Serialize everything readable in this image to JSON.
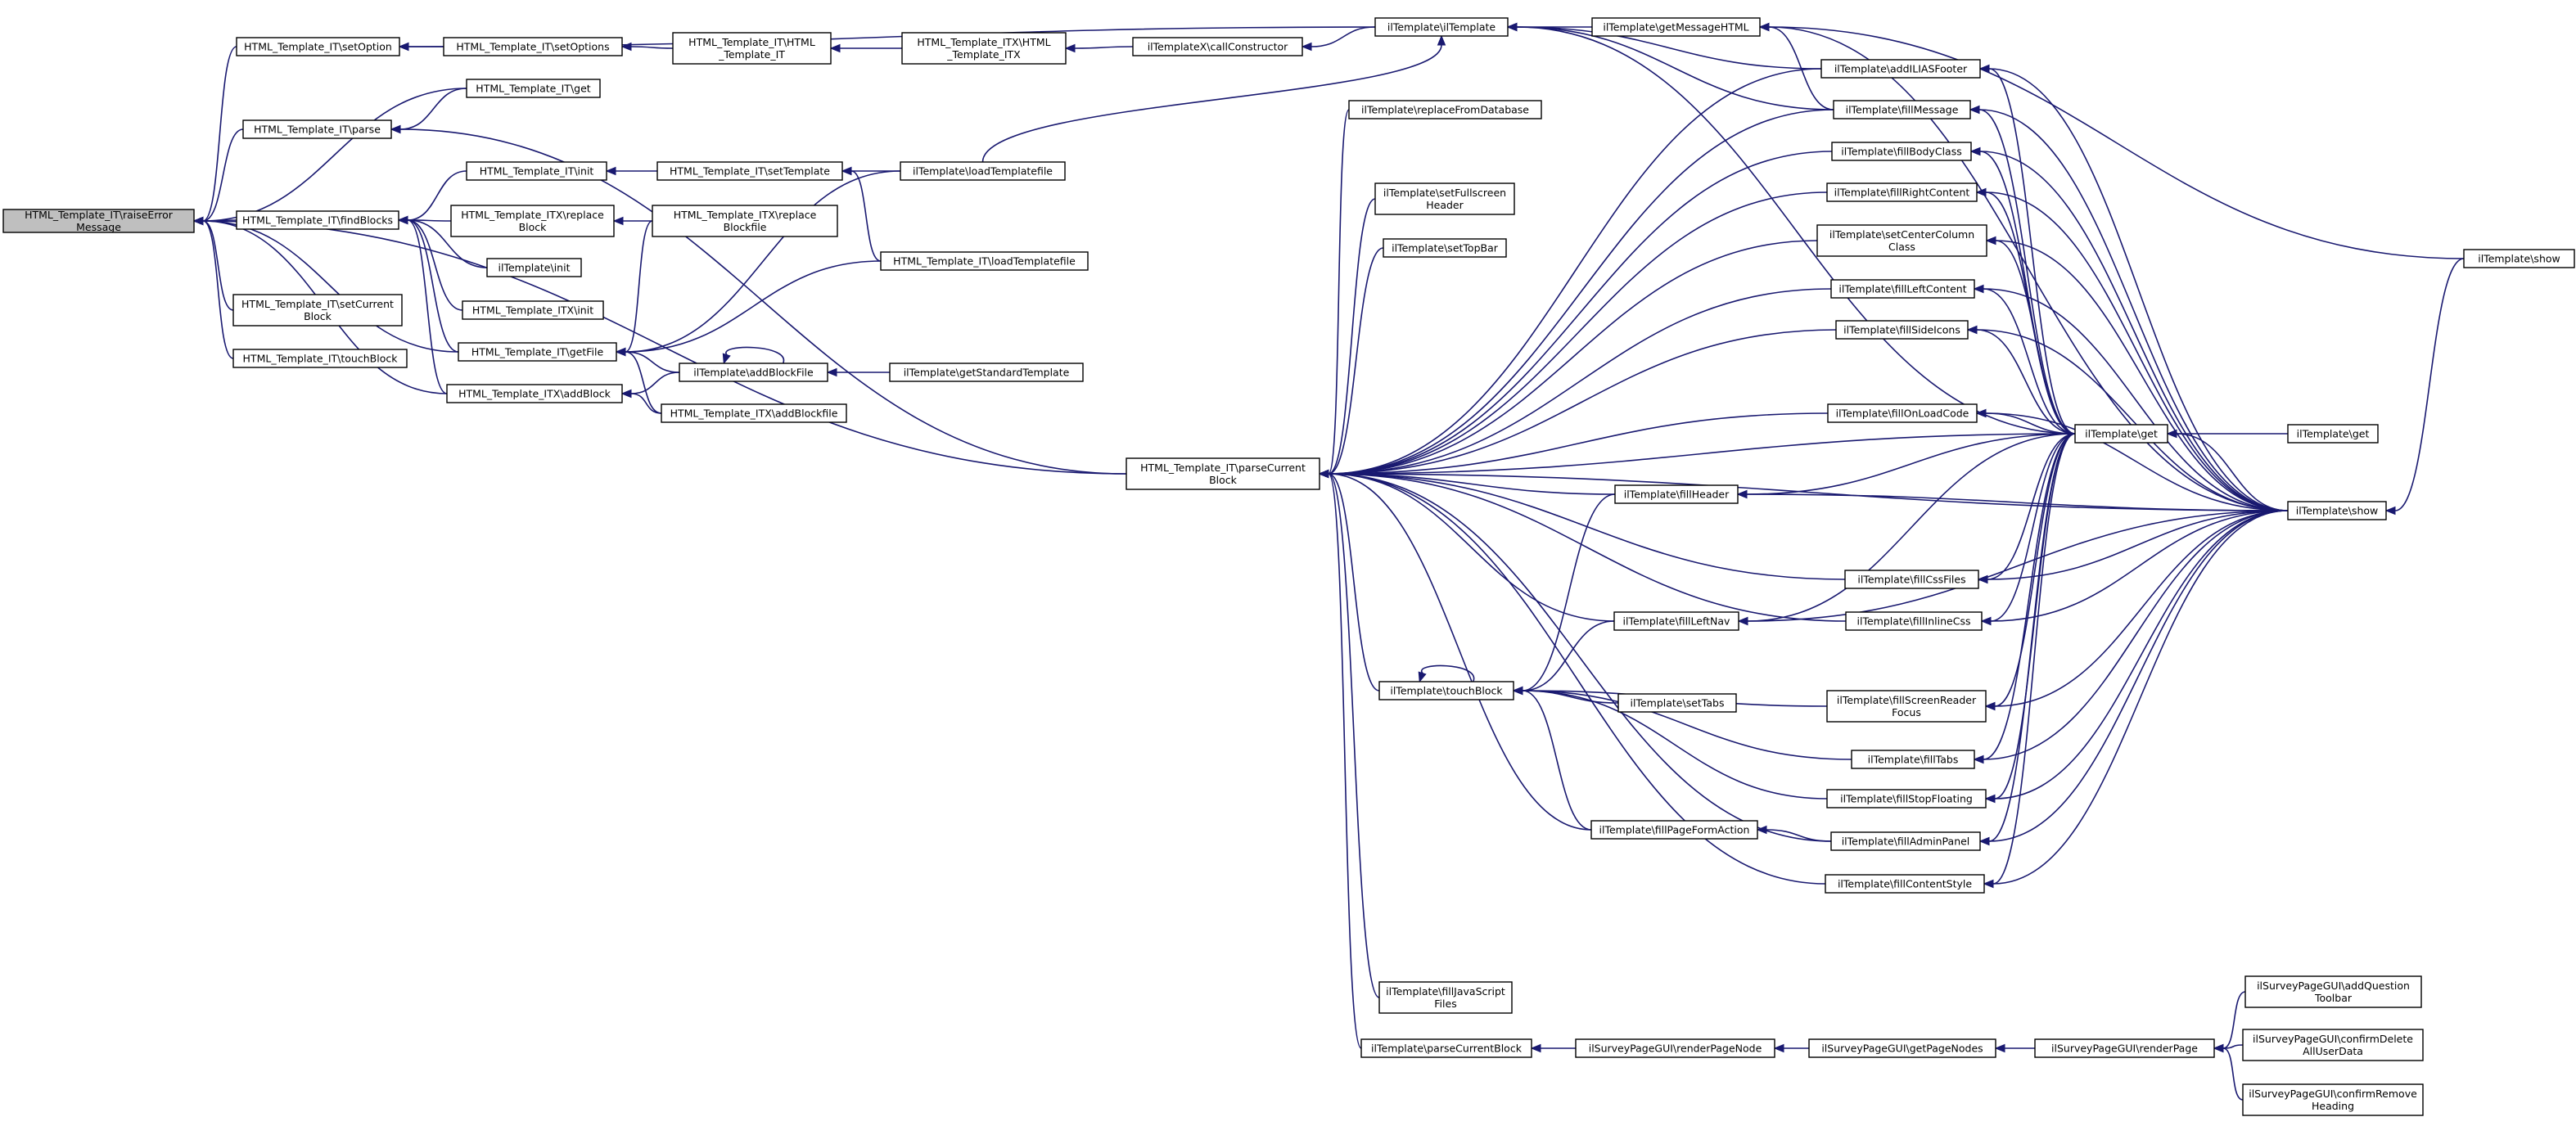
{
  "graph": {
    "nodes": [
      {
        "id": "errorMessage",
        "lines": [
          "HTML_Template_IT\\raiseError",
          "Message"
        ],
        "root": true
      },
      {
        "id": "setOption",
        "lines": [
          "HTML_Template_IT\\setOption"
        ]
      },
      {
        "id": "setOptions",
        "lines": [
          "HTML_Template_IT\\setOptions"
        ]
      },
      {
        "id": "IT_HTML",
        "lines": [
          "HTML_Template_IT\\HTML",
          "_Template_IT"
        ]
      },
      {
        "id": "ITX_HTML",
        "lines": [
          "HTML_Template_ITX\\HTML",
          "_Template_ITX"
        ]
      },
      {
        "id": "callConstructor",
        "lines": [
          "ilTemplateX\\callConstructor"
        ]
      },
      {
        "id": "ilTemplate",
        "lines": [
          "ilTemplate\\ilTemplate"
        ]
      },
      {
        "id": "getMessageHTML",
        "lines": [
          "ilTemplate\\getMessageHTML"
        ]
      },
      {
        "id": "IT_get",
        "lines": [
          "HTML_Template_IT\\get"
        ]
      },
      {
        "id": "IT_parse",
        "lines": [
          "HTML_Template_IT\\parse"
        ]
      },
      {
        "id": "IT_init",
        "lines": [
          "HTML_Template_IT\\init"
        ]
      },
      {
        "id": "IT_setTemplate",
        "lines": [
          "HTML_Template_IT\\setTemplate"
        ]
      },
      {
        "id": "loadTemplatefile",
        "lines": [
          "ilTemplate\\loadTemplatefile"
        ]
      },
      {
        "id": "findBlocks",
        "lines": [
          "HTML_Template_IT\\findBlocks"
        ]
      },
      {
        "id": "ITX_replaceBlock",
        "lines": [
          "HTML_Template_ITX\\replace",
          "Block"
        ]
      },
      {
        "id": "ITX_replaceBlockfile",
        "lines": [
          "HTML_Template_ITX\\replace",
          "Blockfile"
        ]
      },
      {
        "id": "IT_loadTemplatefile",
        "lines": [
          "HTML_Template_IT\\loadTemplatefile"
        ]
      },
      {
        "id": "ilt_init",
        "lines": [
          "ilTemplate\\init"
        ]
      },
      {
        "id": "ITX_init",
        "lines": [
          "HTML_Template_ITX\\init"
        ]
      },
      {
        "id": "setCurrentBlock",
        "lines": [
          "HTML_Template_IT\\setCurrent",
          "Block"
        ]
      },
      {
        "id": "IT_getFile",
        "lines": [
          "HTML_Template_IT\\getFile"
        ]
      },
      {
        "id": "touchBlockIT",
        "lines": [
          "HTML_Template_IT\\touchBlock"
        ]
      },
      {
        "id": "ITX_addBlock",
        "lines": [
          "HTML_Template_ITX\\addBlock"
        ]
      },
      {
        "id": "addBlockFile",
        "lines": [
          "ilTemplate\\addBlockFile"
        ]
      },
      {
        "id": "getStandardTemplate",
        "lines": [
          "ilTemplate\\getStandardTemplate"
        ]
      },
      {
        "id": "ITX_addBlockfile",
        "lines": [
          "HTML_Template_ITX\\addBlockfile"
        ]
      },
      {
        "id": "parseCurrentBlockIT",
        "lines": [
          "HTML_Template_IT\\parseCurrent",
          "Block"
        ]
      },
      {
        "id": "replaceFromDatabase",
        "lines": [
          "ilTemplate\\replaceFromDatabase"
        ]
      },
      {
        "id": "setFullscreenHeader",
        "lines": [
          "ilTemplate\\setFullscreen",
          "Header"
        ]
      },
      {
        "id": "setTopBar",
        "lines": [
          "ilTemplate\\setTopBar"
        ]
      },
      {
        "id": "addILIASFooter",
        "lines": [
          "ilTemplate\\addILIASFooter"
        ]
      },
      {
        "id": "fillMessage",
        "lines": [
          "ilTemplate\\fillMessage"
        ]
      },
      {
        "id": "fillBodyClass",
        "lines": [
          "ilTemplate\\fillBodyClass"
        ]
      },
      {
        "id": "fillRightContent",
        "lines": [
          "ilTemplate\\fillRightContent"
        ]
      },
      {
        "id": "setCenterColumnClass",
        "lines": [
          "ilTemplate\\setCenterColumn",
          "Class"
        ]
      },
      {
        "id": "fillLeftContent",
        "lines": [
          "ilTemplate\\fillLeftContent"
        ]
      },
      {
        "id": "fillSideIcons",
        "lines": [
          "ilTemplate\\fillSideIcons"
        ]
      },
      {
        "id": "fillOnLoadCode",
        "lines": [
          "ilTemplate\\fillOnLoadCode"
        ]
      },
      {
        "id": "ilt_get",
        "lines": [
          "ilTemplate\\get"
        ]
      },
      {
        "id": "ilt_get2",
        "lines": [
          "ilTemplate\\get"
        ]
      },
      {
        "id": "ilt_show",
        "lines": [
          "ilTemplate\\show"
        ]
      },
      {
        "id": "ilt_show2",
        "lines": [
          "ilTemplate\\show"
        ]
      },
      {
        "id": "fillHeader",
        "lines": [
          "ilTemplate\\fillHeader"
        ]
      },
      {
        "id": "fillCssFiles",
        "lines": [
          "ilTemplate\\fillCssFiles"
        ]
      },
      {
        "id": "fillInlineCss",
        "lines": [
          "ilTemplate\\fillInlineCss"
        ]
      },
      {
        "id": "fillLeftNav",
        "lines": [
          "ilTemplate\\fillLeftNav"
        ]
      },
      {
        "id": "touchBlock",
        "lines": [
          "ilTemplate\\touchBlock"
        ]
      },
      {
        "id": "setTabs",
        "lines": [
          "ilTemplate\\setTabs"
        ]
      },
      {
        "id": "fillScreenReaderFocus",
        "lines": [
          "ilTemplate\\fillScreenReader",
          "Focus"
        ]
      },
      {
        "id": "fillTabs",
        "lines": [
          "ilTemplate\\fillTabs"
        ]
      },
      {
        "id": "fillStopFloating",
        "lines": [
          "ilTemplate\\fillStopFloating"
        ]
      },
      {
        "id": "fillPageFormAction",
        "lines": [
          "ilTemplate\\fillPageFormAction"
        ]
      },
      {
        "id": "fillAdminPanel",
        "lines": [
          "ilTemplate\\fillAdminPanel"
        ]
      },
      {
        "id": "fillContentStyle",
        "lines": [
          "ilTemplate\\fillContentStyle"
        ]
      },
      {
        "id": "fillJavaScriptFiles",
        "lines": [
          "ilTemplate\\fillJavaScript",
          "Files"
        ]
      },
      {
        "id": "parseCurrentBlock",
        "lines": [
          "ilTemplate\\parseCurrentBlock"
        ]
      },
      {
        "id": "renderPageNode",
        "lines": [
          "ilSurveyPageGUI\\renderPageNode"
        ]
      },
      {
        "id": "getPageNodes",
        "lines": [
          "ilSurveyPageGUI\\getPageNodes"
        ]
      },
      {
        "id": "renderPage",
        "lines": [
          "ilSurveyPageGUI\\renderPage"
        ]
      },
      {
        "id": "addQuestionToolbar",
        "lines": [
          "ilSurveyPageGUI\\addQuestion",
          "Toolbar"
        ]
      },
      {
        "id": "confirmDeleteAllUserData",
        "lines": [
          "ilSurveyPageGUI\\confirmDelete",
          "AllUserData"
        ]
      },
      {
        "id": "confirmRemoveHeading",
        "lines": [
          "ilSurveyPageGUI\\confirmRemove",
          "Heading"
        ]
      }
    ],
    "edges": [
      [
        "setOption",
        "errorMessage"
      ],
      [
        "IT_get",
        "errorMessage"
      ],
      [
        "IT_parse",
        "errorMessage"
      ],
      [
        "findBlocks",
        "errorMessage"
      ],
      [
        "setCurrentBlock",
        "errorMessage"
      ],
      [
        "touchBlockIT",
        "errorMessage"
      ],
      [
        "IT_getFile",
        "errorMessage"
      ],
      [
        "ITX_addBlock",
        "errorMessage"
      ],
      [
        "parseCurrentBlockIT",
        "errorMessage"
      ],
      [
        "setOptions",
        "setOption"
      ],
      [
        "ilTemplate",
        "setOption"
      ],
      [
        "IT_HTML",
        "setOptions"
      ],
      [
        "ITX_HTML",
        "IT_HTML"
      ],
      [
        "callConstructor",
        "ITX_HTML"
      ],
      [
        "ilTemplate",
        "callConstructor"
      ],
      [
        "getMessageHTML",
        "ilTemplate"
      ],
      [
        "addILIASFooter",
        "ilTemplate"
      ],
      [
        "fillMessage",
        "ilTemplate"
      ],
      [
        "loadTemplatefile",
        "ilTemplate"
      ],
      [
        "ilt_get",
        "ilTemplate"
      ],
      [
        "IT_get",
        "IT_parse"
      ],
      [
        "parseCurrentBlockIT",
        "IT_parse"
      ],
      [
        "IT_init",
        "findBlocks"
      ],
      [
        "ITX_replaceBlock",
        "findBlocks"
      ],
      [
        "ilt_init",
        "findBlocks"
      ],
      [
        "ITX_init",
        "findBlocks"
      ],
      [
        "IT_getFile",
        "findBlocks"
      ],
      [
        "ITX_addBlock",
        "findBlocks"
      ],
      [
        "IT_setTemplate",
        "IT_init"
      ],
      [
        "loadTemplatefile",
        "IT_setTemplate"
      ],
      [
        "IT_loadTemplatefile",
        "IT_setTemplate"
      ],
      [
        "ITX_replaceBlockfile",
        "ITX_replaceBlock"
      ],
      [
        "ITX_replaceBlockfile",
        "IT_getFile"
      ],
      [
        "loadTemplatefile",
        "IT_getFile"
      ],
      [
        "IT_loadTemplatefile",
        "IT_getFile"
      ],
      [
        "addBlockFile",
        "IT_getFile"
      ],
      [
        "ITX_addBlockfile",
        "IT_getFile"
      ],
      [
        "addBlockFile",
        "ITX_addBlock"
      ],
      [
        "ITX_addBlockfile",
        "ITX_addBlock"
      ],
      [
        "getStandardTemplate",
        "addBlockFile"
      ],
      [
        "addBlockFile",
        "addBlockFile"
      ],
      [
        "ilt_show",
        "getMessageHTML"
      ],
      [
        "fillMessage",
        "getMessageHTML"
      ],
      [
        "ilt_show2",
        "getMessageHTML"
      ],
      [
        "replaceFromDatabase",
        "parseCurrentBlockIT"
      ],
      [
        "setFullscreenHeader",
        "parseCurrentBlockIT"
      ],
      [
        "setTopBar",
        "parseCurrentBlockIT"
      ],
      [
        "addILIASFooter",
        "parseCurrentBlockIT"
      ],
      [
        "fillMessage",
        "parseCurrentBlockIT"
      ],
      [
        "fillBodyClass",
        "parseCurrentBlockIT"
      ],
      [
        "fillRightContent",
        "parseCurrentBlockIT"
      ],
      [
        "setCenterColumnClass",
        "parseCurrentBlockIT"
      ],
      [
        "fillLeftContent",
        "parseCurrentBlockIT"
      ],
      [
        "fillSideIcons",
        "parseCurrentBlockIT"
      ],
      [
        "fillOnLoadCode",
        "parseCurrentBlockIT"
      ],
      [
        "fillHeader",
        "parseCurrentBlockIT"
      ],
      [
        "fillCssFiles",
        "parseCurrentBlockIT"
      ],
      [
        "fillInlineCss",
        "parseCurrentBlockIT"
      ],
      [
        "fillLeftNav",
        "parseCurrentBlockIT"
      ],
      [
        "touchBlock",
        "parseCurrentBlockIT"
      ],
      [
        "fillPageFormAction",
        "parseCurrentBlockIT"
      ],
      [
        "fillAdminPanel",
        "parseCurrentBlockIT"
      ],
      [
        "fillContentStyle",
        "parseCurrentBlockIT"
      ],
      [
        "fillJavaScriptFiles",
        "parseCurrentBlockIT"
      ],
      [
        "parseCurrentBlock",
        "parseCurrentBlockIT"
      ],
      [
        "ilt_get",
        "parseCurrentBlockIT"
      ],
      [
        "ilt_show",
        "parseCurrentBlockIT"
      ],
      [
        "ilt_get",
        "addILIASFooter"
      ],
      [
        "ilt_show",
        "addILIASFooter"
      ],
      [
        "ilt_get",
        "fillMessage"
      ],
      [
        "ilt_show",
        "fillMessage"
      ],
      [
        "ilt_get",
        "fillBodyClass"
      ],
      [
        "ilt_show",
        "fillBodyClass"
      ],
      [
        "ilt_get",
        "fillRightContent"
      ],
      [
        "ilt_show",
        "fillRightContent"
      ],
      [
        "ilt_get",
        "setCenterColumnClass"
      ],
      [
        "ilt_show",
        "setCenterColumnClass"
      ],
      [
        "ilt_get",
        "fillLeftContent"
      ],
      [
        "ilt_show",
        "fillLeftContent"
      ],
      [
        "ilt_get",
        "fillSideIcons"
      ],
      [
        "ilt_show",
        "fillSideIcons"
      ],
      [
        "ilt_get",
        "fillOnLoadCode"
      ],
      [
        "ilt_show",
        "fillOnLoadCode"
      ],
      [
        "ilt_get",
        "fillHeader"
      ],
      [
        "ilt_show",
        "fillHeader"
      ],
      [
        "ilt_get",
        "fillCssFiles"
      ],
      [
        "ilt_show",
        "fillCssFiles"
      ],
      [
        "ilt_get",
        "fillInlineCss"
      ],
      [
        "ilt_show",
        "fillInlineCss"
      ],
      [
        "ilt_get",
        "fillLeftNav"
      ],
      [
        "ilt_show",
        "fillLeftNav"
      ],
      [
        "ilt_get",
        "fillScreenReaderFocus"
      ],
      [
        "ilt_show",
        "fillScreenReaderFocus"
      ],
      [
        "ilt_get",
        "fillTabs"
      ],
      [
        "ilt_show",
        "fillTabs"
      ],
      [
        "ilt_get",
        "fillStopFloating"
      ],
      [
        "ilt_show",
        "fillStopFloating"
      ],
      [
        "ilt_get",
        "fillAdminPanel"
      ],
      [
        "ilt_show",
        "fillAdminPanel"
      ],
      [
        "ilt_get",
        "fillContentStyle"
      ],
      [
        "ilt_show",
        "fillContentStyle"
      ],
      [
        "ilt_get2",
        "ilt_get"
      ],
      [
        "ilt_show",
        "ilt_get"
      ],
      [
        "ilt_show2",
        "ilt_show"
      ],
      [
        "fillHeader",
        "touchBlock"
      ],
      [
        "fillLeftNav",
        "touchBlock"
      ],
      [
        "setTabs",
        "touchBlock"
      ],
      [
        "fillScreenReaderFocus",
        "touchBlock"
      ],
      [
        "fillTabs",
        "touchBlock"
      ],
      [
        "fillStopFloating",
        "touchBlock"
      ],
      [
        "fillPageFormAction",
        "touchBlock"
      ],
      [
        "touchBlock",
        "touchBlock"
      ],
      [
        "fillAdminPanel",
        "fillPageFormAction"
      ],
      [
        "renderPageNode",
        "parseCurrentBlock"
      ],
      [
        "getPageNodes",
        "renderPageNode"
      ],
      [
        "renderPage",
        "getPageNodes"
      ],
      [
        "addQuestionToolbar",
        "renderPage"
      ],
      [
        "confirmDeleteAllUserData",
        "renderPage"
      ],
      [
        "confirmRemoveHeading",
        "renderPage"
      ]
    ]
  }
}
